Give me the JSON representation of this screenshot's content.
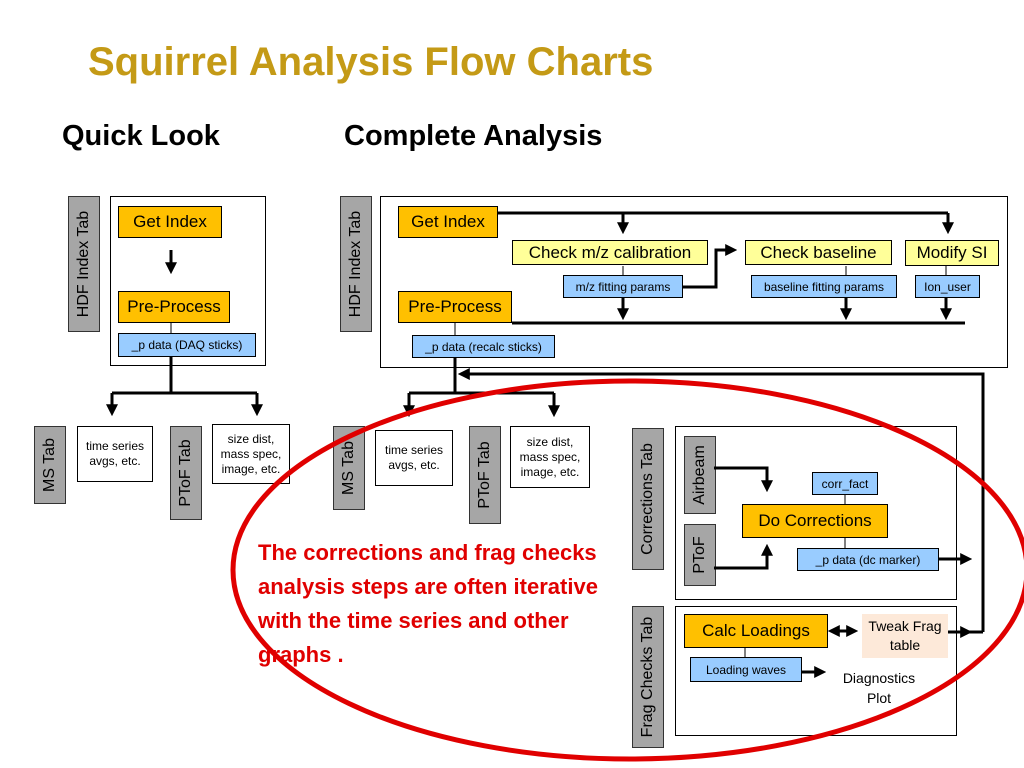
{
  "title": "Squirrel Analysis Flow Charts",
  "quick_look": {
    "heading": "Quick Look",
    "hdf_tab": "HDF Index Tab",
    "get_index": "Get Index",
    "pre_process": "Pre-Process",
    "p_data": "_p data (DAQ sticks)",
    "ms_tab": "MS Tab",
    "time_series": "time series avgs, etc.",
    "ptof_tab": "PToF Tab",
    "size_dist": "size dist, mass spec, image, etc."
  },
  "complete": {
    "heading": "Complete Analysis",
    "hdf_tab": "HDF Index Tab",
    "get_index": "Get Index",
    "check_mz": "Check m/z calibration",
    "mz_params": "m/z fitting params",
    "check_baseline": "Check baseline",
    "baseline_params": "baseline fitting params",
    "modify_si": "Modify SI",
    "ion_user": "Ion_user",
    "pre_process": "Pre-Process",
    "p_data": "_p data (recalc sticks)",
    "ms_tab": "MS Tab",
    "time_series": "time series avgs, etc.",
    "ptof_tab": "PToF Tab",
    "size_dist": "size dist, mass spec, image, etc."
  },
  "corrections": {
    "tab": "Corrections Tab",
    "airbeam": "Airbeam",
    "ptof": "PToF",
    "corr_fact": "corr_fact",
    "do_corrections": "Do Corrections",
    "p_data_dc": "_p data (dc marker)"
  },
  "frag": {
    "tab": "Frag Checks Tab",
    "calc_loadings": "Calc Loadings",
    "tweak": "Tweak Frag table",
    "loading_waves": "Loading waves",
    "diagnostics": "Diagnostics Plot"
  },
  "note": "The corrections and frag checks analysis steps are often iterative with the time series and other graphs .",
  "colors": {
    "title": "#c49a16",
    "orange_box": "#ffc000",
    "yellow_box": "#ffff99",
    "blue_box": "#99ccff",
    "tab_gray": "#a6a6a6",
    "note_red": "#e00000",
    "ellipse_red": "#e00000"
  }
}
